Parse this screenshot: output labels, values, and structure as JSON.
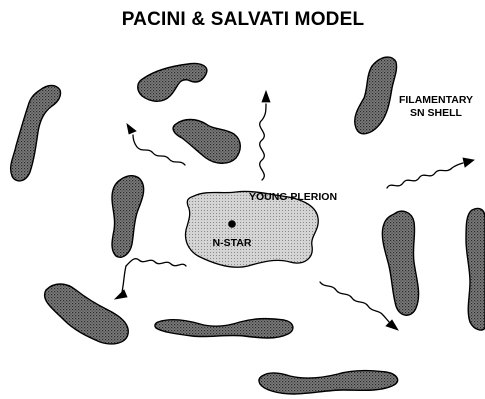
{
  "title": "PACINI & SALVATI MODEL",
  "labels": {
    "shell_line1": "FILAMENTARY",
    "shell_line2": "SN SHELL",
    "plerion": "YOUNG PLERION",
    "star": "N-STAR"
  },
  "colors": {
    "ink": "#000000",
    "filament_fill": "#777777",
    "plerion_fill": "#cccccc",
    "background": "#ffffff"
  }
}
